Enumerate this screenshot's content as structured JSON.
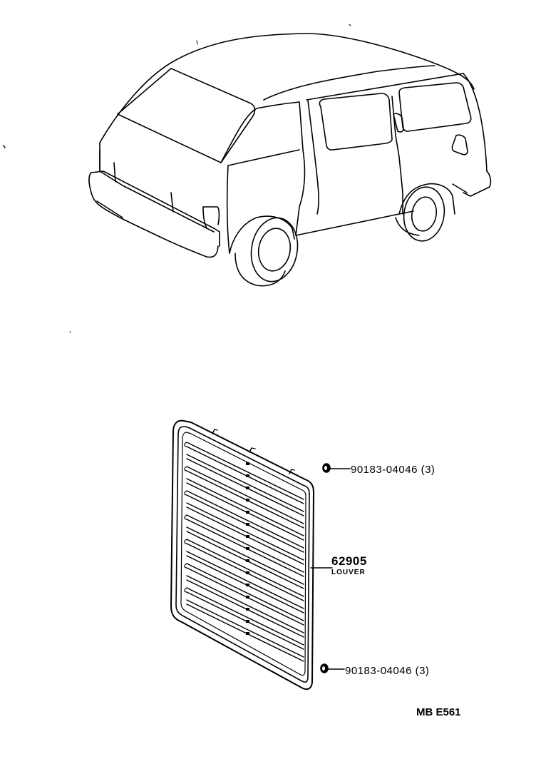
{
  "diagram": {
    "type": "parts-illustration",
    "vehicle": "minivan-outline",
    "parts": [
      {
        "part_number": "90183-04046",
        "qty": "(3)",
        "position": "upper-clip"
      },
      {
        "part_number": "62905",
        "name": "LOUVER",
        "position": "louver"
      },
      {
        "part_number": "90183-04046",
        "qty": "(3)",
        "position": "lower-clip"
      }
    ],
    "labels": {
      "clip_top": "90183-04046 (3)",
      "louver_number": "62905",
      "louver_name": "LOUVER",
      "clip_bottom": "90183-04046 (3)",
      "figure_code": "MB E561"
    }
  }
}
